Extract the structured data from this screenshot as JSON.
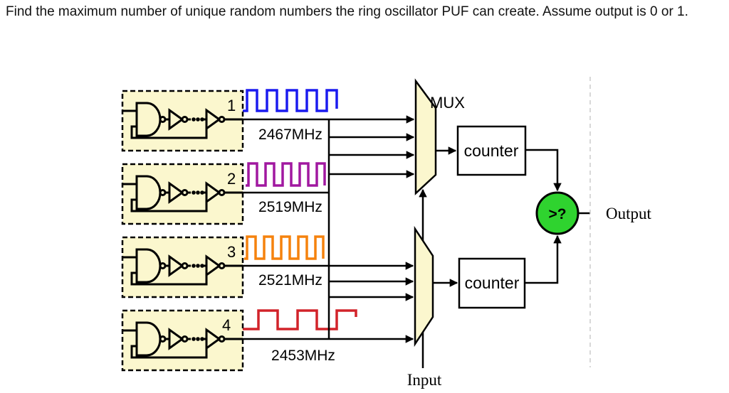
{
  "title": "Find the maximum number of unique random numbers the ring oscillator PUF can create. Assume output is 0 or 1.",
  "diagram": {
    "oscillators": [
      {
        "id": "1",
        "frequency": "2467MHz",
        "wave_color": "#1b1bef"
      },
      {
        "id": "2",
        "frequency": "2519MHz",
        "wave_color": "#a118a0"
      },
      {
        "id": "3",
        "frequency": "2521MHz",
        "wave_color": "#f5820d"
      },
      {
        "id": "4",
        "frequency": "2453MHz",
        "wave_color": "#d2232a"
      }
    ],
    "mux_label": "MUX",
    "counter1_label": "counter",
    "counter2_label": "counter",
    "comparator_label": ">?",
    "input_label": "Input",
    "output_label": "Output",
    "colors": {
      "box_fill": "#fbf7ce",
      "mux_fill": "#fbf7ce",
      "comparator_fill": "#2fd32f",
      "wire": "#000000",
      "boundary_dash": "#cccccc"
    }
  }
}
